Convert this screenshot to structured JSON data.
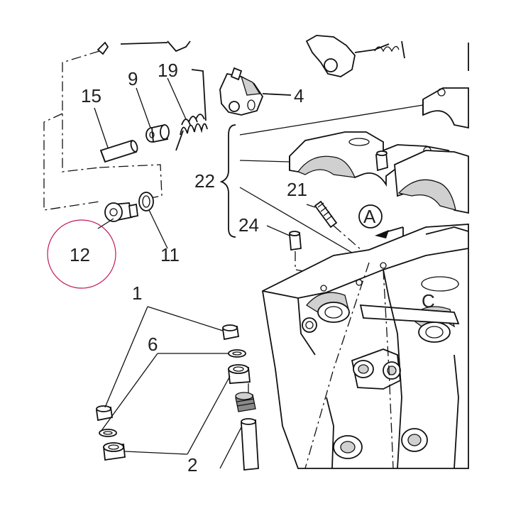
{
  "diagram": {
    "callouts": {
      "c1": "1",
      "c2": "2",
      "c4": "4",
      "c6": "6",
      "c9": "9",
      "c11": "11",
      "c12": "12",
      "c15": "15",
      "c19": "19",
      "c21": "21",
      "c22": "22",
      "c24": "24",
      "cA": "A",
      "cC": "C"
    },
    "highlight": {
      "target_callout": "12",
      "color": "#c2185b"
    }
  }
}
